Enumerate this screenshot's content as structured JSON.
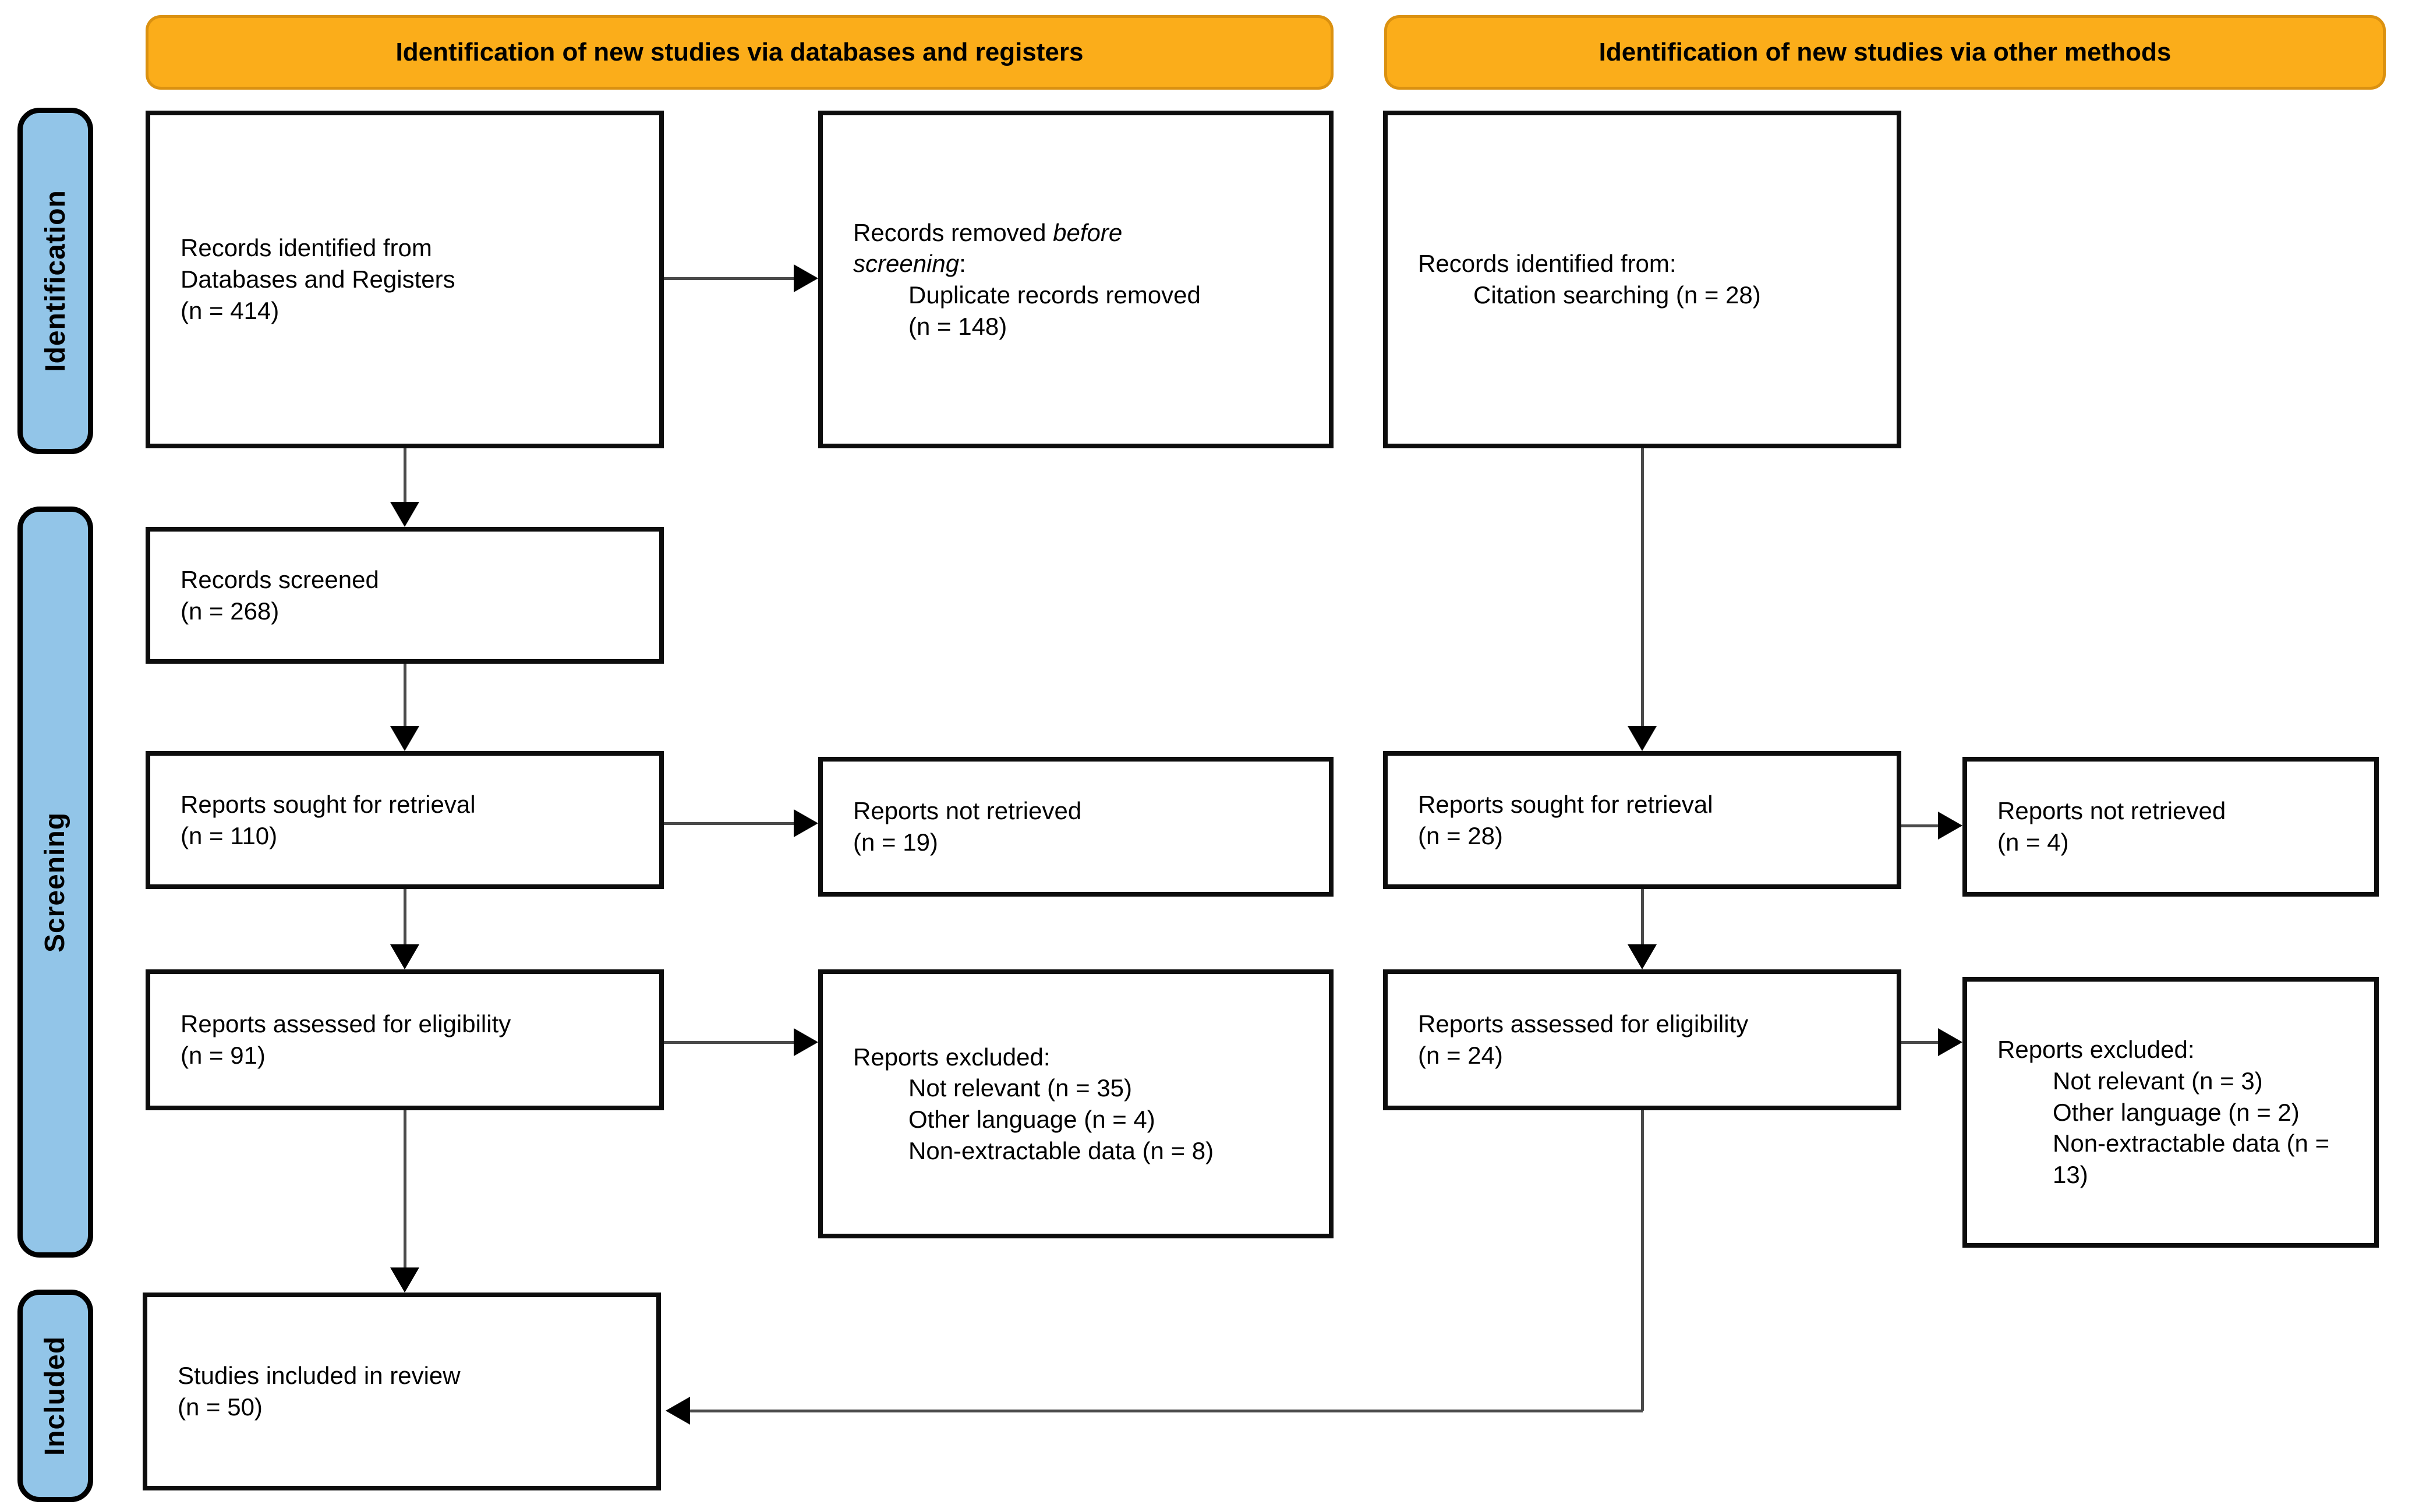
{
  "banners": [
    {
      "label": "Identification of new studies via databases and registers"
    },
    {
      "label": "Identification of new studies via other methods"
    }
  ],
  "stages": [
    {
      "label": "Identification"
    },
    {
      "label": "Screening"
    },
    {
      "label": "Included"
    }
  ],
  "colors": {
    "banner_fill": "#FBAD1A",
    "banner_border": "#DB9110",
    "stage_fill": "#92C5E8",
    "box_border": "#0d0d0d",
    "arrow_line": "#4a4a4a",
    "arrow_head": "#000000"
  },
  "boxes": {
    "identified_db": {
      "lines": [
        "Records identified from",
        "Databases and Registers",
        "(n = 414)"
      ]
    },
    "removed_before": {
      "l1_normal": "Records removed ",
      "l1_italic": "before",
      "l2_italic": "screening",
      "l2_colon": ":",
      "ind": [
        "Duplicate records removed",
        "(n = 148)"
      ]
    },
    "identified_other": {
      "line1": "Records identified from:",
      "ind": [
        "Citation searching (n = 28)"
      ]
    },
    "screened": {
      "lines": [
        "Records screened",
        "(n = 268)"
      ]
    },
    "sought_db": {
      "lines": [
        "Reports sought for retrieval",
        "(n = 110)"
      ]
    },
    "not_retrieved_db": {
      "lines": [
        "Reports not retrieved",
        "(n = 19)"
      ]
    },
    "sought_other": {
      "lines": [
        "Reports sought for retrieval",
        "(n = 28)"
      ]
    },
    "not_retrieved_other": {
      "lines": [
        "Reports not retrieved",
        "(n = 4)"
      ]
    },
    "assessed_db": {
      "lines": [
        "Reports assessed for eligibility",
        "(n = 91)"
      ]
    },
    "excluded_db": {
      "line1": "Reports excluded:",
      "ind": [
        "Not relevant (n = 35)",
        "Other language (n = 4)",
        "Non-extractable data (n = 8)"
      ]
    },
    "assessed_other": {
      "lines": [
        "Reports assessed for eligibility",
        "(n = 24)"
      ]
    },
    "excluded_other": {
      "line1": "Reports excluded:",
      "ind": [
        "Not relevant (n = 3)",
        "Other language (n = 2)",
        "Non-extractable data (n = 13)"
      ]
    },
    "included": {
      "lines": [
        "Studies included in review",
        "(n = 50)"
      ]
    }
  }
}
